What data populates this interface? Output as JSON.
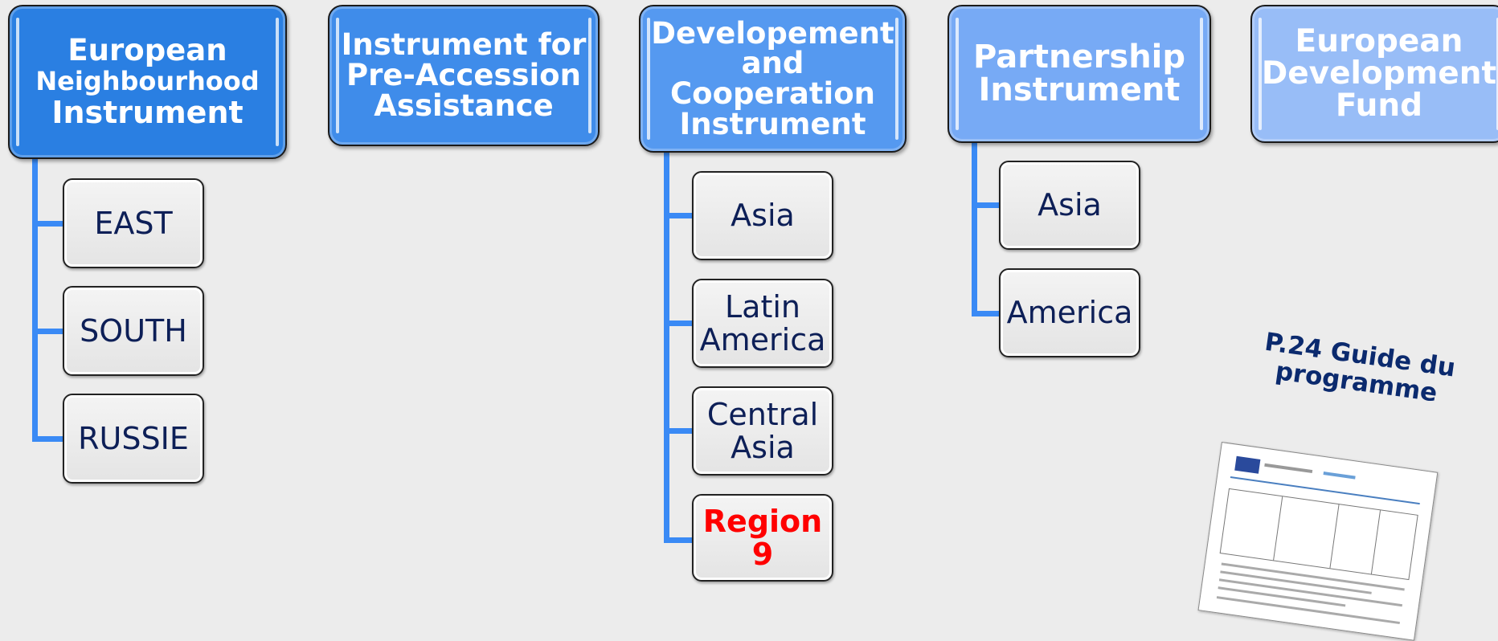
{
  "instruments": [
    {
      "lines": [
        "European",
        "Neighbourhood",
        "Instrument"
      ],
      "color": "#2a7fe2",
      "children": [
        "EAST",
        "SOUTH",
        "RUSSIE"
      ]
    },
    {
      "lines": [
        "Instrument for",
        "Pre-Accession",
        "Assistance"
      ],
      "color": "#3f8cea",
      "children": []
    },
    {
      "lines": [
        "Developement",
        "and",
        "Cooperation",
        "Instrument"
      ],
      "color": "#5599f0",
      "children": [
        "Asia",
        "Latin America",
        "Central Asia",
        "Region 9"
      ]
    },
    {
      "lines": [
        "Partnership",
        "Instrument"
      ],
      "color": "#77aaf5",
      "children": [
        "Asia",
        "America"
      ]
    },
    {
      "lines": [
        "European",
        "Development",
        "Fund"
      ],
      "color": "#98bdf7",
      "children": []
    }
  ],
  "highlight_child": "Region 9",
  "highlight_color": "#ff0000",
  "guide": {
    "title": "P.24 Guide du programme"
  }
}
